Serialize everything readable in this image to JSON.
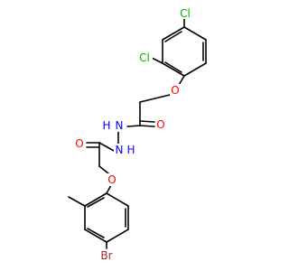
{
  "molecule": {
    "atoms": [
      {
        "id": "cl_top",
        "label": "Cl",
        "color": "#00b000"
      },
      {
        "id": "cl_mid",
        "label": "Cl",
        "color": "#00b000"
      },
      {
        "id": "o_ether_top",
        "label": "O",
        "color": "#ff0000"
      },
      {
        "id": "o_carbonyl_top",
        "label": "O",
        "color": "#ff0000"
      },
      {
        "id": "n_top",
        "label": "N",
        "color": "#0000ff"
      },
      {
        "id": "n_bottom",
        "label": "N",
        "color": "#0000ff"
      },
      {
        "id": "h_top",
        "label": "H",
        "color": "#0000ff"
      },
      {
        "id": "h_bottom",
        "label": "H",
        "color": "#0000ff"
      },
      {
        "id": "o_carbonyl_bottom",
        "label": "O",
        "color": "#ff0000"
      },
      {
        "id": "o_ether_bottom",
        "label": "O",
        "color": "#ff0000"
      },
      {
        "id": "br",
        "label": "Br",
        "color": "#a52a2a"
      }
    ]
  }
}
